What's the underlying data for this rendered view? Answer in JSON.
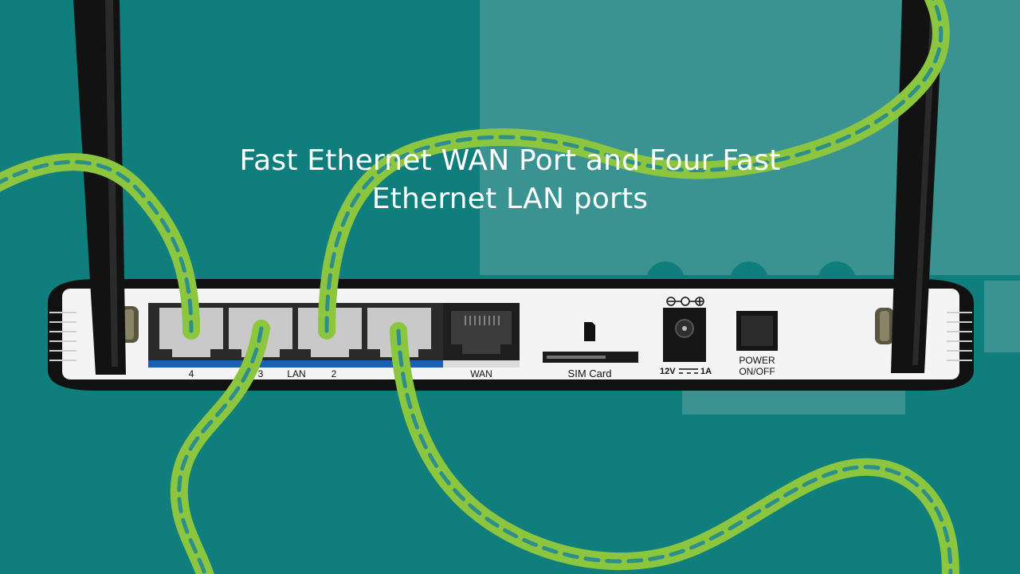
{
  "caption": {
    "line1": "Fast Ethernet WAN Port and Four Fast",
    "line2": "Ethernet LAN ports"
  },
  "router": {
    "port_labels": {
      "lan4": "4",
      "lan3": "3",
      "lan": "LAN",
      "lan2": "2",
      "wan": "WAN"
    },
    "sim_label": "SIM Card",
    "power_rating": {
      "voltage": "12V",
      "current": "1A"
    },
    "power_button_label_1": "POWER",
    "power_button_label_2": "ON/OFF"
  },
  "colors": {
    "background": "#0f7e7c",
    "background_light": "#3a9390",
    "cable": "#8cc63f",
    "cable_dash": "#2e8f8a",
    "lan_strip": "#1d5fb0",
    "router_body": "#111111",
    "router_panel": "#f4f4f4"
  }
}
